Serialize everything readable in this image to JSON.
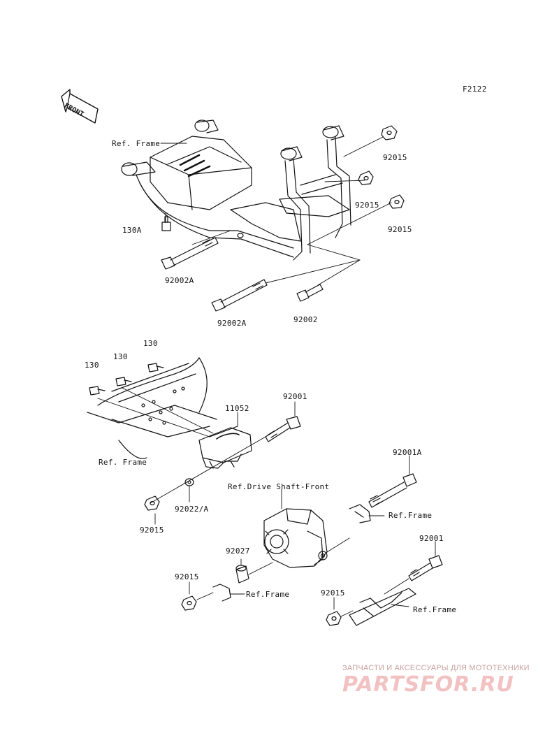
{
  "diagram_code": "F2122",
  "front_marker": "FRONT",
  "labels": {
    "ref_frame_top": "Ref. Frame",
    "p92015_a": "92015",
    "p92015_b": "92015",
    "p92015_c": "92015",
    "p130A": "130A",
    "p92002A_a": "92002A",
    "p92002A_b": "92002A",
    "p92002": "92002",
    "p130_a": "130",
    "p130_b": "130",
    "p130_c": "130",
    "p11052": "11052",
    "p92001_a": "92001",
    "ref_frame_mid": "Ref. Frame",
    "p92001A": "92001A",
    "ref_drive_shaft": "Ref.Drive Shaft-Front",
    "p92022A": "92022/A",
    "ref_frame_right": "Ref.Frame",
    "p92015_d": "92015",
    "p92027": "92027",
    "p92001_b": "92001",
    "p92015_e": "92015",
    "ref_frame_low": "Ref.Frame",
    "p92015_f": "92015",
    "ref_frame_lowright": "Ref.Frame"
  },
  "watermark": {
    "tagline": "ЗАПЧАСТИ И АКСЕССУАРЫ ДЛЯ МОТОТЕХНИКИ",
    "logo": "PARTSFOR.RU"
  }
}
